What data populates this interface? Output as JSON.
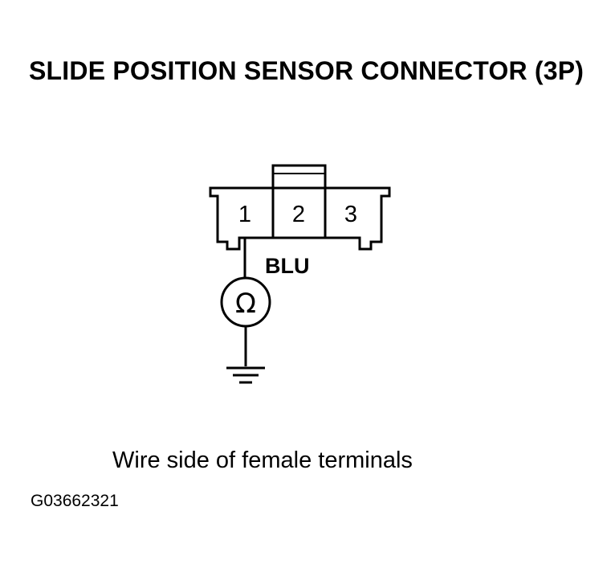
{
  "title": "SLIDE POSITION SENSOR CONNECTOR (3P)",
  "connector": {
    "terminals": [
      "1",
      "2",
      "3"
    ],
    "probe_terminal": "1"
  },
  "wire": {
    "color_label": "BLU"
  },
  "meter": {
    "symbol": "Ω",
    "icon": "ohmmeter-icon"
  },
  "ground": {
    "icon": "ground-icon"
  },
  "caption": "Wire side of female terminals",
  "figure_id": "G03662321"
}
